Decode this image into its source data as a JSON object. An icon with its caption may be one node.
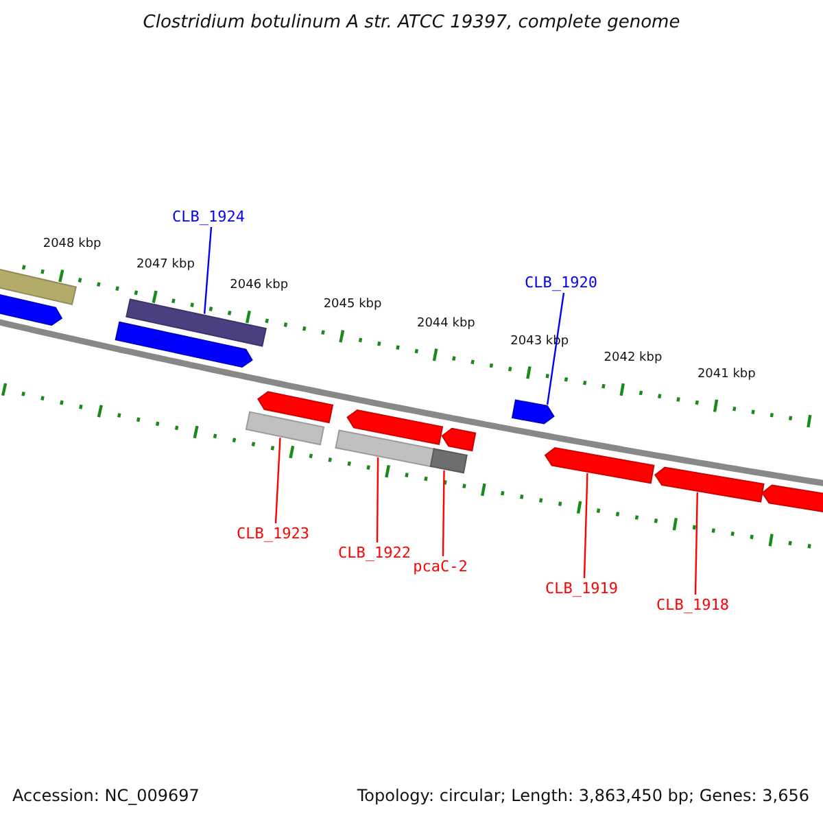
{
  "diagram": {
    "title": "Clostridium botulinum A str. ATCC 19397, complete genome",
    "nodes": [
      {
        "text": [
          "CLB_1924"
        ]
      },
      {
        "text": [
          "CLB_1920"
        ]
      },
      {
        "text": [
          "CLB_1923"
        ]
      },
      {
        "text": [
          "CLB_1922"
        ]
      },
      {
        "text": [
          "pcaC-2"
        ]
      },
      {
        "text": [
          "CLB_1919"
        ]
      },
      {
        "text": [
          "CLB_1918"
        ]
      },
      {
        "text": [],
        "shape": "bar"
      },
      {
        "text": [],
        "shape": "arrow"
      },
      {
        "text": [],
        "shape": "bar"
      },
      {
        "text": [],
        "shape": "arrow"
      },
      {
        "text": [],
        "shape": "arrow"
      },
      {
        "text": [],
        "shape": "bar"
      },
      {
        "text": [],
        "shape": "arrow"
      },
      {
        "text": [],
        "shape": "bar"
      },
      {
        "text": [],
        "shape": "arrow"
      },
      {
        "text": [],
        "shape": "bar"
      },
      {
        "text": [],
        "shape": "arrow"
      },
      {
        "text": [],
        "shape": "arrow"
      },
      {
        "text": [],
        "shape": "arrow"
      },
      {
        "text": [],
        "shape": "arrow"
      }
    ],
    "edges": [
      {
        "from": 0,
        "to": 9,
        "arrow": "none",
        "color": "#0000ff"
      },
      {
        "from": 1,
        "to": 17,
        "arrow": "none",
        "color": "#0000ff"
      },
      {
        "from": 2,
        "to": 12,
        "arrow": "none"
      },
      {
        "from": 3,
        "to": 14,
        "arrow": "none"
      },
      {
        "from": 4,
        "to": 16,
        "arrow": "none"
      },
      {
        "from": 5,
        "to": 18,
        "arrow": "none"
      },
      {
        "from": 6,
        "to": 19,
        "arrow": "none"
      }
    ],
    "labels": [
      "2048 kbp",
      "2047 kbp",
      "2046 kbp",
      "2045 kbp",
      "2044 kbp",
      "2043 kbp",
      "2042 kbp",
      "2041 kbp",
      "Accession: NC_009697",
      "Topology: circular; Length: 3,863,450 bp; Genes: 3,656"
    ]
  }
}
